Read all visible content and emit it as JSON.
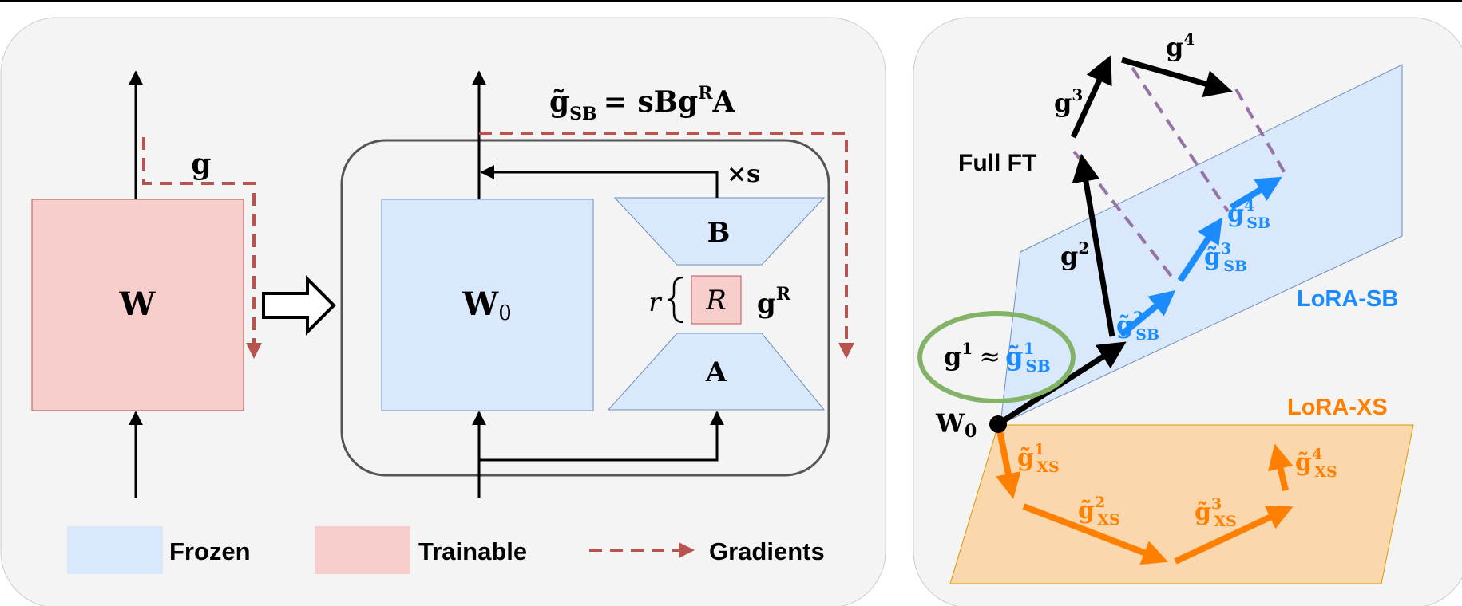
{
  "colors": {
    "panel_bg": "#f4f4f4",
    "frozen": "#dae8fc",
    "trainable": "#f8cecc",
    "gradient": "#b85450",
    "full_ft": "#000000",
    "lora_sb": "#1a8cff",
    "lora_xs": "#ff8000",
    "lora_xs_plane": "#fad7ac",
    "projection": "#9673a6",
    "highlight": "#82b366"
  },
  "left": {
    "w_label": "W",
    "g_label": "g",
    "w0_label": "W",
    "w0_sub": "0",
    "b_label": "B",
    "a_label": "A",
    "r_label": "R",
    "rank_label": "r",
    "gr_base": "g",
    "gr_sup": "R",
    "scale_label": "×s",
    "formula": {
      "g": "g̃",
      "sub": "SB",
      "rhs": "= sBg",
      "sup": "R",
      "tail": "A"
    }
  },
  "legend": {
    "frozen": "Frozen",
    "trainable": "Trainable",
    "gradients": "Gradients"
  },
  "right": {
    "full_ft_label": "Full FT",
    "lora_sb_label": "LoRA-SB",
    "lora_xs_label": "LoRA-XS",
    "w0_label": "W",
    "w0_sub": "0",
    "approx": "≈",
    "g_plain": "g",
    "g_tilde": "g̃",
    "sub_sb": "SB",
    "sub_xs": "XS",
    "sup": {
      "one": "1",
      "two": "2",
      "three": "3",
      "four": "4"
    }
  }
}
